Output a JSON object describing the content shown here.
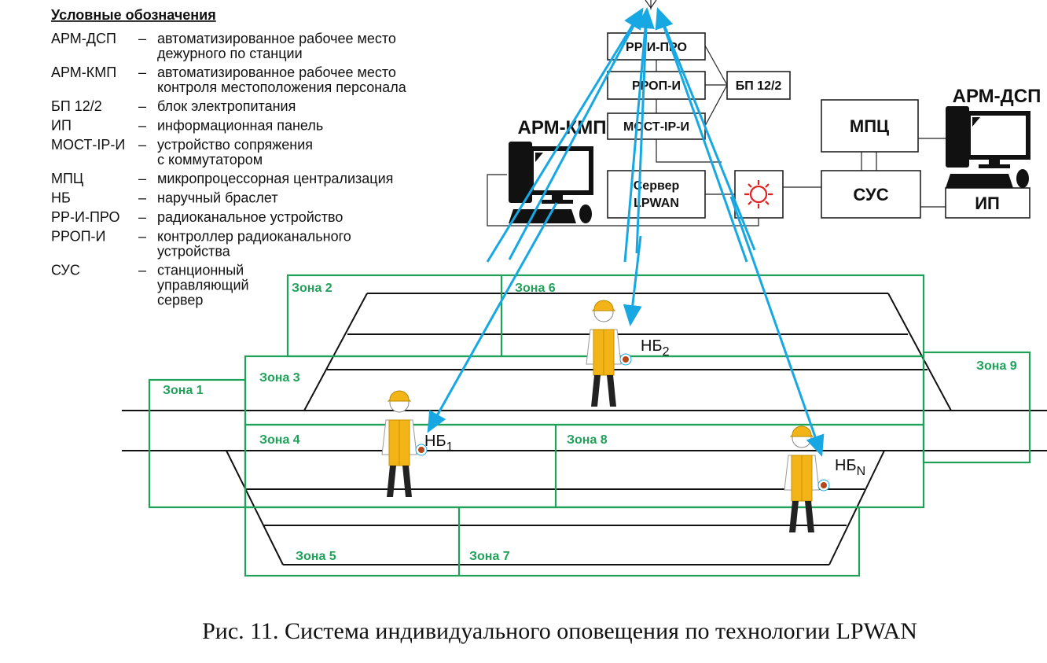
{
  "legend": {
    "title": "Условные обозначения",
    "dash": "–",
    "items": [
      {
        "abbr": "АРМ-ДСП",
        "lines": [
          "автоматизированное рабочее место",
          "дежурного по станции"
        ]
      },
      {
        "abbr": "АРМ-КМП",
        "lines": [
          "автоматизированное рабочее место",
          "контроля местоположения персонала"
        ]
      },
      {
        "abbr": "БП 12/2",
        "lines": [
          "блок электропитания"
        ]
      },
      {
        "abbr": "ИП",
        "lines": [
          "информационная панель"
        ]
      },
      {
        "abbr": "МОСТ-IP-И",
        "lines": [
          "устройство сопряжения",
          "с коммутатором"
        ]
      },
      {
        "abbr": "МПЦ",
        "lines": [
          "микропроцессорная централизация"
        ]
      },
      {
        "abbr": "НБ",
        "lines": [
          "наручный браслет"
        ]
      },
      {
        "abbr": "РР-И-ПРО",
        "lines": [
          "радиоканальное устройство"
        ]
      },
      {
        "abbr": "РРОП-И",
        "lines": [
          "контроллер радиоканального",
          "устройства"
        ]
      },
      {
        "abbr": "СУС",
        "lines": [
          "станционный",
          "управляющий",
          "сервер"
        ]
      }
    ]
  },
  "devices": {
    "rr_i_pro": "РР-И-ПРО",
    "rrop_i": "РРОП-И",
    "most_ip_i": "МОСТ-IP-И",
    "bp": "БП 12/2",
    "server_l1": "Сервер",
    "server_l2": "LPWAN",
    "mpc": "МПЦ",
    "sus": "СУС",
    "ip": "ИП",
    "arm_kmp": "АРМ-КМП",
    "arm_dsp": "АРМ-ДСП"
  },
  "zones": [
    "Зона 1",
    "Зона 2",
    "Зона 3",
    "Зона 4",
    "Зона 5",
    "Зона 6",
    "Зона 7",
    "Зона 8",
    "Зона 9"
  ],
  "bracelets": [
    {
      "label": "НБ",
      "sub": "1"
    },
    {
      "label": "НБ",
      "sub": "2"
    },
    {
      "label": "НБ",
      "sub": "N"
    }
  ],
  "colors": {
    "zone": "#1fa15a",
    "radio": "#17a8e3",
    "vest": "#f2b417",
    "alarm": "#e02020"
  },
  "caption": "Рис. 11. Система индивидуального оповещения по технологии LPWAN"
}
